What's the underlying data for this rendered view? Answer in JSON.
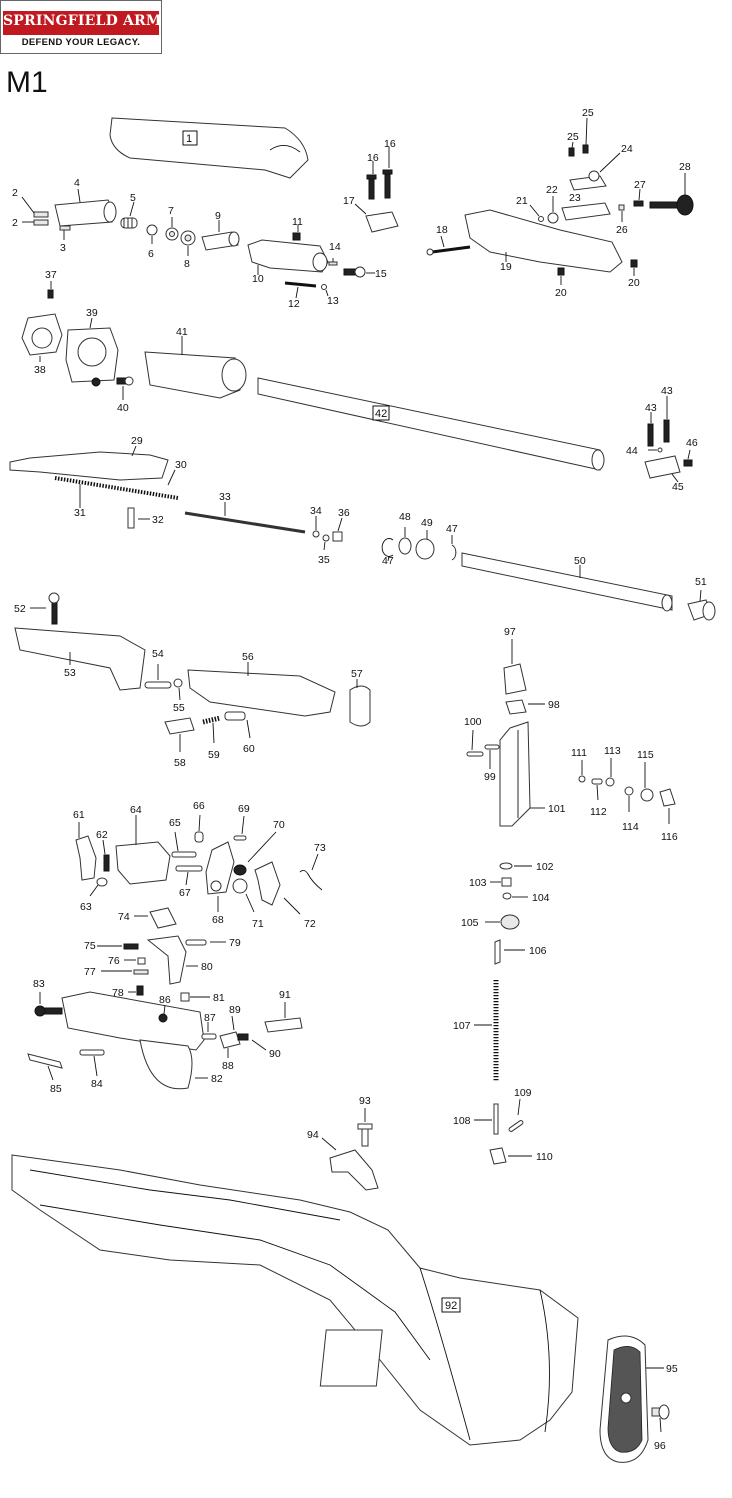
{
  "brand": {
    "name": "SPRINGFIELD ARMORY",
    "tagline": "DEFEND YOUR LEGACY."
  },
  "model": "M1",
  "callouts": [
    {
      "id": "1",
      "boxed": true
    },
    {
      "id": "2a",
      "text": "2"
    },
    {
      "id": "2b",
      "text": "2"
    },
    {
      "id": "3",
      "text": "3"
    },
    {
      "id": "4",
      "text": "4"
    },
    {
      "id": "5",
      "text": "5"
    },
    {
      "id": "6",
      "text": "6"
    },
    {
      "id": "7",
      "text": "7"
    },
    {
      "id": "8",
      "text": "8"
    },
    {
      "id": "9",
      "text": "9"
    },
    {
      "id": "10",
      "text": "10"
    },
    {
      "id": "11",
      "text": "11"
    },
    {
      "id": "12",
      "text": "12"
    },
    {
      "id": "13",
      "text": "13"
    },
    {
      "id": "14",
      "text": "14"
    },
    {
      "id": "15",
      "text": "15"
    }
  ],
  "labels": {
    "p1": "1",
    "p2a": "2",
    "p2b": "2",
    "p3": "3",
    "p4": "4",
    "p5": "5",
    "p6": "6",
    "p7": "7",
    "p8": "8",
    "p9": "9",
    "p10": "10",
    "p11": "11",
    "p12": "12",
    "p13": "13",
    "p14": "14",
    "p15": "15",
    "p16a": "16",
    "p16b": "16",
    "p17": "17",
    "p18": "18",
    "p19": "19",
    "p20a": "20",
    "p20b": "20",
    "p21": "21",
    "p22": "22",
    "p23": "23",
    "p24": "24",
    "p25a": "25",
    "p25b": "25",
    "p26": "26",
    "p27": "27",
    "p28": "28",
    "p29": "29",
    "p30": "30",
    "p31": "31",
    "p32": "32",
    "p33": "33",
    "p34": "34",
    "p35": "35",
    "p36": "36",
    "p37": "37",
    "p38": "38",
    "p39": "39",
    "p40": "40",
    "p41": "41",
    "p42": "42",
    "p43a": "43",
    "p43b": "43",
    "p44": "44",
    "p45": "45",
    "p46": "46",
    "p47a": "47",
    "p47b": "47",
    "p48": "48",
    "p49": "49",
    "p50": "50",
    "p51": "51",
    "p52": "52",
    "p53": "53",
    "p54": "54",
    "p55": "55",
    "p56": "56",
    "p57": "57",
    "p58": "58",
    "p59": "59",
    "p60": "60",
    "p61": "61",
    "p62": "62",
    "p63": "63",
    "p64": "64",
    "p65": "65",
    "p66": "66",
    "p67": "67",
    "p68": "68",
    "p69": "69",
    "p70": "70",
    "p71": "71",
    "p72": "72",
    "p73": "73",
    "p74": "74",
    "p75": "75",
    "p76": "76",
    "p77": "77",
    "p78": "78",
    "p79": "79",
    "p80": "80",
    "p81": "81",
    "p82": "82",
    "p83": "83",
    "p84": "84",
    "p85": "85",
    "p86": "86",
    "p87": "87",
    "p88": "88",
    "p89": "89",
    "p90": "90",
    "p91": "91",
    "p92": "92",
    "p93": "93",
    "p94": "94",
    "p95": "95",
    "p96": "96",
    "p97": "97",
    "p98": "98",
    "p99": "99",
    "p100": "100",
    "p101": "101",
    "p102": "102",
    "p103": "103",
    "p104": "104",
    "p105": "105",
    "p106": "106",
    "p107": "107",
    "p108": "108",
    "p109": "109",
    "p110": "110",
    "p111": "111",
    "p112": "112",
    "p113": "113",
    "p114": "114",
    "p115": "115",
    "p116": "116"
  }
}
